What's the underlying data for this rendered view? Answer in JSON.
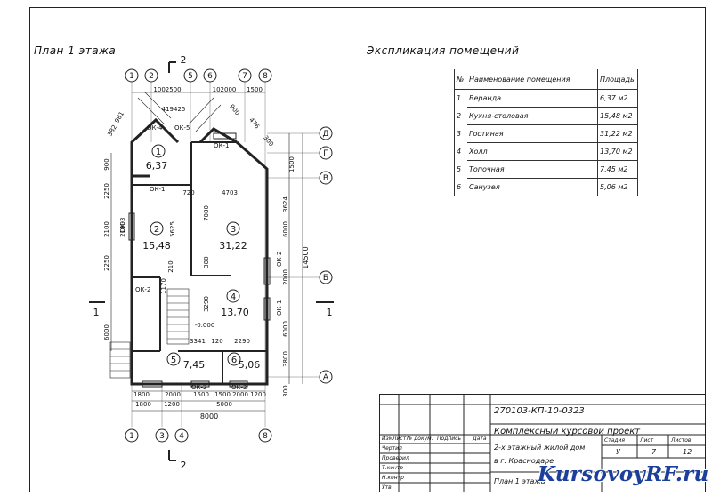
{
  "titles": {
    "plan": "План 1 этажа",
    "explication": "Экспликация помещений"
  },
  "explication": {
    "headers": [
      "№",
      "Наименование помещения",
      "Площадь"
    ],
    "rows": [
      {
        "n": "1",
        "name": "Веранда",
        "area": "6,37 м2"
      },
      {
        "n": "2",
        "name": "Кухня-столовая",
        "area": "15,48 м2"
      },
      {
        "n": "3",
        "name": "Гостиная",
        "area": "31,22 м2"
      },
      {
        "n": "4",
        "name": "Холл",
        "area": "13,70 м2"
      },
      {
        "n": "5",
        "name": "Топочная",
        "area": "7,45 м2"
      },
      {
        "n": "6",
        "name": "Санузел",
        "area": "5,06 м2"
      }
    ]
  },
  "axes": {
    "top": [
      "1",
      "2",
      "5",
      "6",
      "7",
      "8"
    ],
    "bottom": [
      "1",
      "3",
      "4",
      "8"
    ],
    "right": [
      "Д",
      "Г",
      "В",
      "Б",
      "А"
    ],
    "section": "2",
    "section_left": "1"
  },
  "rooms": [
    {
      "n": "1",
      "area": "6,37"
    },
    {
      "n": "2",
      "area": "15,48"
    },
    {
      "n": "3",
      "area": "31,22"
    },
    {
      "n": "4",
      "area": "13,70"
    },
    {
      "n": "5",
      "area": "7,45"
    },
    {
      "n": "6",
      "area": "5,06"
    }
  ],
  "dims": {
    "top1": "1002500",
    "top2": "102000",
    "top3": "1500",
    "top4": "419425",
    "bottom_row1": [
      "1800",
      "2000",
      "1500",
      "1500",
      "2000",
      "1200"
    ],
    "bottom_row2": [
      "1800",
      "1200",
      "5000"
    ],
    "bottom_total": "8000",
    "right_col1": [
      "1500",
      "3624",
      "6000",
      "2000",
      "6000",
      "3800",
      "300"
    ],
    "right_total": "14500",
    "left_col": [
      "900",
      "2250",
      "2100",
      "2250",
      "6000"
    ],
    "inner": [
      "5625",
      "7080",
      "4703",
      "3290",
      "3341",
      "120",
      "2290",
      "-0.000",
      "380",
      "720",
      "210",
      "1170",
      "2100"
    ],
    "diag": [
      "382",
      "981",
      "900",
      "476",
      "300"
    ]
  },
  "windows": [
    "ОК-1",
    "ОК-2",
    "ОК-3",
    "ОК-4",
    "ОК-5"
  ],
  "stamp": {
    "code": "270103-КП-10-0323",
    "project": "Комплексный курсовой проект",
    "building": "2-х этажный жилой дом",
    "city": "в г. Краснодаре",
    "sheet_name": "План 1 этажа",
    "head_cols": [
      "Изм",
      "Лист",
      "№ докум.",
      "Подпись",
      "Дата"
    ],
    "roles": [
      "Чертил",
      "Проверил",
      "Т.контр",
      "",
      "Н.контр",
      "Утв."
    ],
    "stage_labels": [
      "Стадия",
      "Лист",
      "Листов"
    ],
    "stage_values": [
      "У",
      "7",
      "12"
    ]
  },
  "watermark": "KursovoyRF.ru"
}
